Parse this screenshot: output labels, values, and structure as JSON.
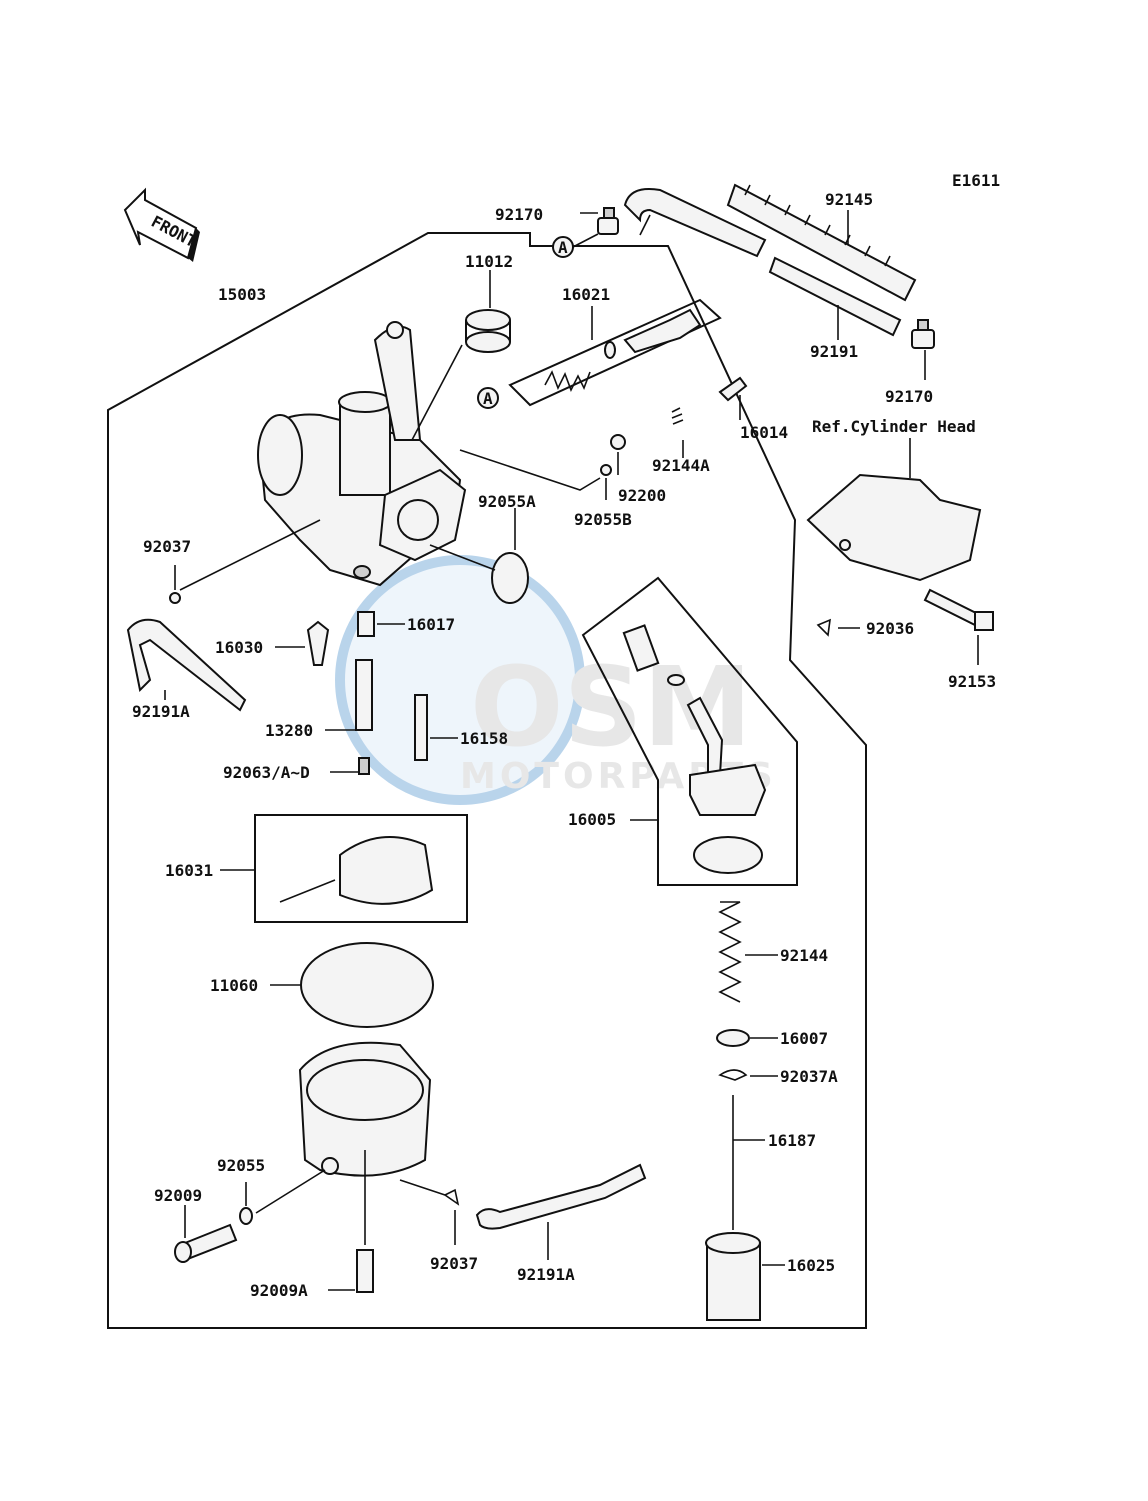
{
  "diagram_code": "E1611",
  "front_label": "FRONT",
  "ref_note": "Ref.Cylinder Head",
  "callout_marker": "A",
  "watermark": {
    "logo": "OSM",
    "sub": "MOTORPARTS"
  },
  "parts": {
    "p15003": "15003",
    "p11012": "11012",
    "p16021": "16021",
    "p92170_top": "92170",
    "p92145": "92145",
    "p92191": "92191",
    "p92170_right": "92170",
    "p16014": "16014",
    "p92144A": "92144A",
    "p92200": "92200",
    "p92055A": "92055A",
    "p92055B": "92055B",
    "p92037_left": "92037",
    "p16030": "16030",
    "p16017": "16017",
    "p92191A_left": "92191A",
    "p13280": "13280",
    "p16158": "16158",
    "p92063": "92063/A~D",
    "p92036": "92036",
    "p92153": "92153",
    "p16005": "16005",
    "p16031": "16031",
    "p92144": "92144",
    "p11060": "11060",
    "p16007": "16007",
    "p92037A": "92037A",
    "p16187": "16187",
    "p92055": "92055",
    "p92009": "92009",
    "p92037_bottom": "92037",
    "p92191A_bottom": "92191A",
    "p92009A": "92009A",
    "p16025": "16025"
  }
}
